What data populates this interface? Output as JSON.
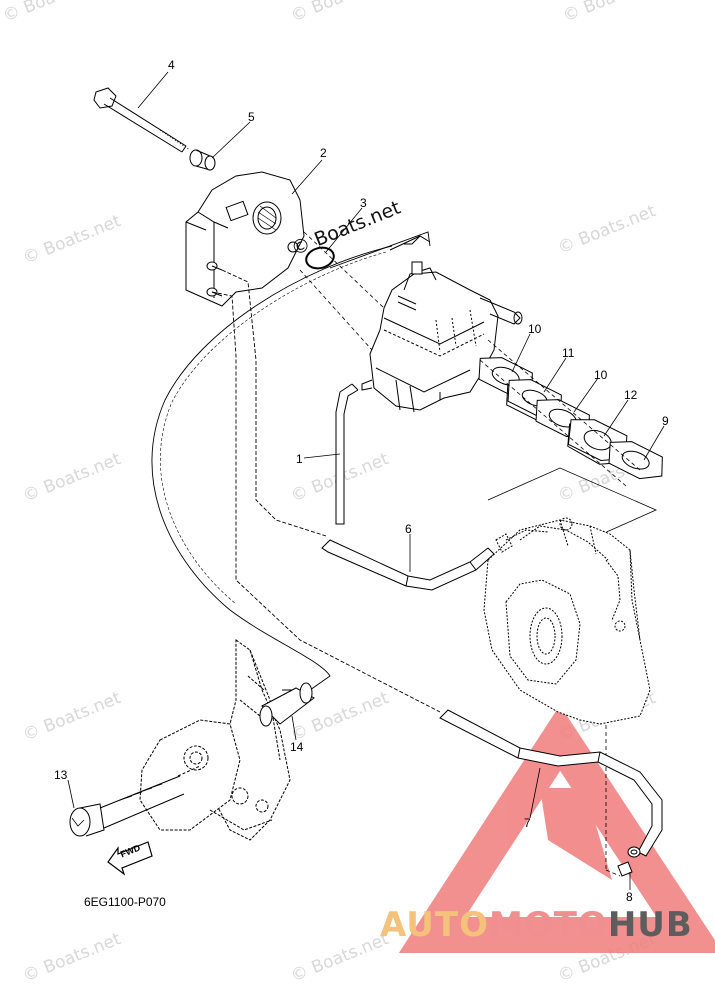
{
  "diagram": {
    "code": "6EG1100-P070",
    "fwd_label": "FWD",
    "callouts": {
      "c1": "1",
      "c2": "2",
      "c3": "3",
      "c4": "4",
      "c5": "5",
      "c6": "6",
      "c7": "7",
      "c8": "8",
      "c9": "9",
      "c10a": "10",
      "c10b": "10",
      "c11": "11",
      "c12": "12",
      "c13": "13",
      "c14": "14"
    }
  },
  "watermark": {
    "text": "© Boats.net",
    "overlay_text": "© Boats.net"
  },
  "brand": {
    "part1": "AUTO",
    "part2": "MOTO",
    "part3": "HUB"
  },
  "colors": {
    "line": "#000000",
    "watermark": "#d8d8d8",
    "brand_auto": "#f4c27a",
    "brand_moto": "#f08f8f",
    "brand_hub": "#5d5d5d",
    "triangle": "#f07b7b"
  }
}
